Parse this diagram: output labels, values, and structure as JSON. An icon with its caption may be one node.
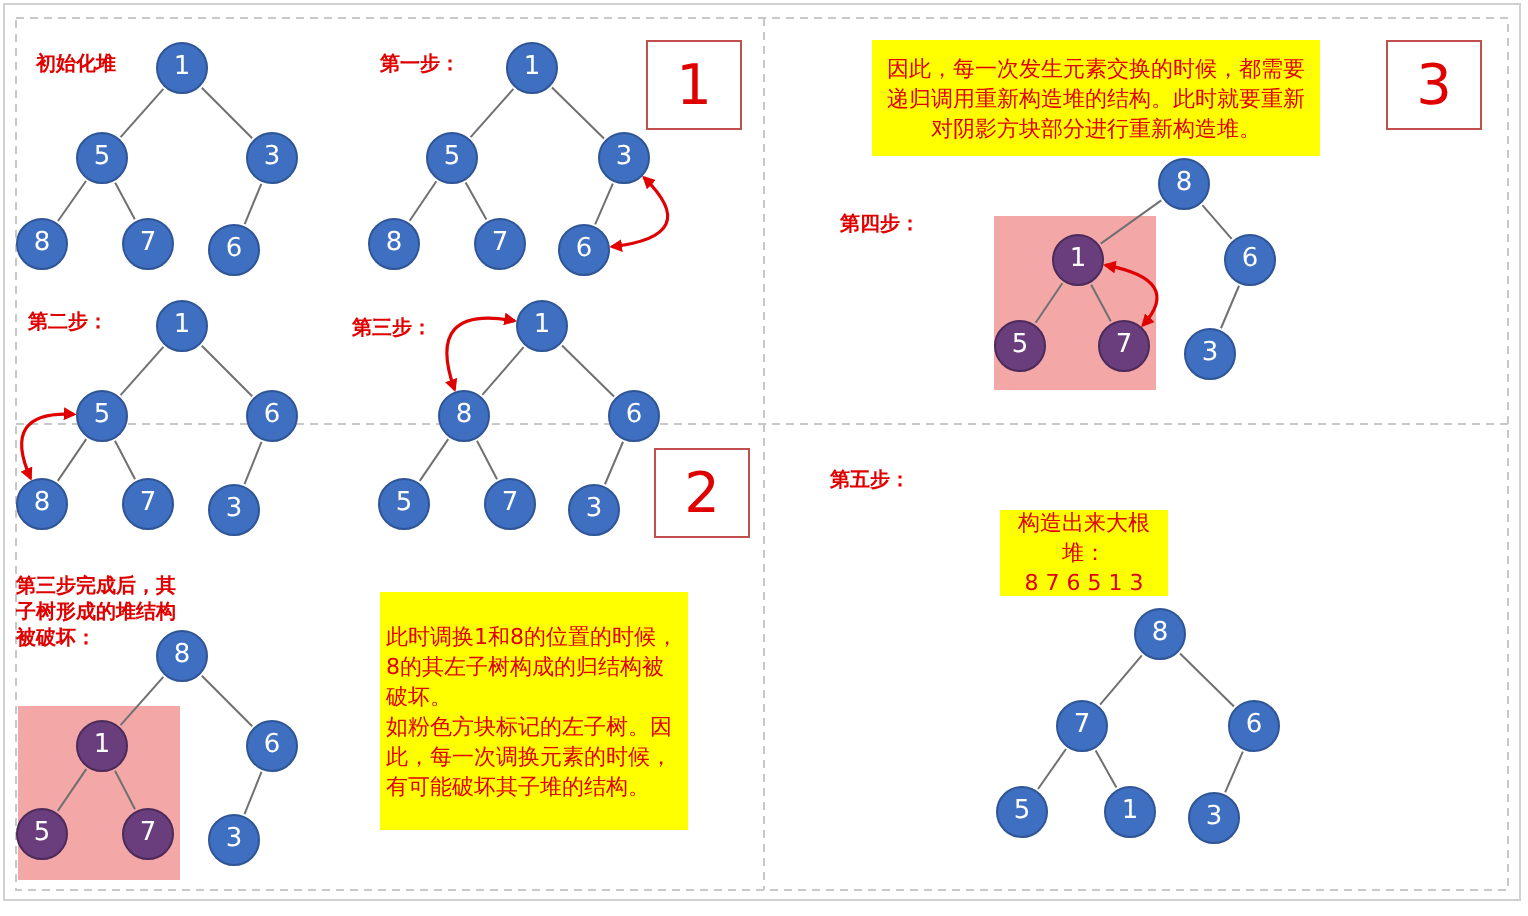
{
  "diagram": {
    "nodes": [
      {
        "text": [
          "1"
        ]
      },
      {
        "text": [
          "5"
        ]
      },
      {
        "text": [
          "3"
        ]
      },
      {
        "text": [
          "8"
        ]
      },
      {
        "text": [
          "7"
        ]
      },
      {
        "text": [
          "6"
        ]
      },
      {
        "text": [
          "1"
        ]
      },
      {
        "text": [
          "5"
        ]
      },
      {
        "text": [
          "3"
        ]
      },
      {
        "text": [
          "8"
        ]
      },
      {
        "text": [
          "7"
        ]
      },
      {
        "text": [
          "6"
        ]
      },
      {
        "text": [
          "1"
        ]
      },
      {
        "text": [
          "1"
        ]
      },
      {
        "text": [
          "5"
        ]
      },
      {
        "text": [
          "6"
        ]
      },
      {
        "text": [
          "8"
        ]
      },
      {
        "text": [
          "7"
        ]
      },
      {
        "text": [
          "3"
        ]
      },
      {
        "text": [
          "1"
        ]
      },
      {
        "text": [
          "8"
        ]
      },
      {
        "text": [
          "6"
        ]
      },
      {
        "text": [
          "5"
        ]
      },
      {
        "text": [
          "7"
        ]
      },
      {
        "text": [
          "3"
        ]
      },
      {
        "text": [
          "2"
        ]
      },
      {
        "text": [
          "8"
        ]
      },
      {
        "text": [],
        "shape": "box"
      },
      {
        "text": [
          "1"
        ],
        "in": 27
      },
      {
        "text": [
          "6"
        ]
      },
      {
        "text": [
          "5"
        ],
        "in": 27
      },
      {
        "text": [
          "7"
        ],
        "in": 27
      },
      {
        "text": [
          "3"
        ]
      },
      {
        "text": [
          "此时调换1和8的位置的时候，8的其左子树构成的归结构被破坏。",
          "如粉色方块标记的左子树。因此，每一次调换元素的时候，有可能破坏其子堆的结构。"
        ]
      },
      {
        "text": [
          "因此，每一次发生元素交换的时候，都需要递归调用重新构造堆的结构。此时就要重新对阴影方块部分进行重新构造堆。"
        ]
      },
      {
        "text": [
          "3"
        ]
      },
      {
        "text": [
          "8"
        ]
      },
      {
        "text": [],
        "shape": "box"
      },
      {
        "text": [
          "1"
        ],
        "in": 37
      },
      {
        "text": [
          "6"
        ]
      },
      {
        "text": [
          "5"
        ],
        "in": 37
      },
      {
        "text": [
          "7"
        ],
        "in": 37
      },
      {
        "text": [
          "3"
        ]
      },
      {
        "text": [
          "构造出来大根堆：",
          "8 7 6 5 1 3"
        ]
      },
      {
        "text": [
          "8"
        ]
      },
      {
        "text": [
          "7"
        ]
      },
      {
        "text": [
          "6"
        ]
      },
      {
        "text": [
          "5"
        ]
      },
      {
        "text": [
          "1"
        ]
      },
      {
        "text": [
          "3"
        ]
      }
    ],
    "edges": [
      {
        "from": 0,
        "to": 1,
        "arrow": "none"
      },
      {
        "from": 0,
        "to": 2,
        "arrow": "none"
      },
      {
        "from": 1,
        "to": 3,
        "arrow": "none"
      },
      {
        "from": 1,
        "to": 4,
        "arrow": "none"
      },
      {
        "from": 2,
        "to": 5,
        "arrow": "none"
      },
      {
        "from": 6,
        "to": 7,
        "arrow": "none"
      },
      {
        "from": 6,
        "to": 8,
        "arrow": "none"
      },
      {
        "from": 7,
        "to": 9,
        "arrow": "none"
      },
      {
        "from": 7,
        "to": 10,
        "arrow": "none"
      },
      {
        "from": 8,
        "to": 11,
        "arrow": "none"
      },
      {
        "from": 8,
        "to": 11,
        "arrow": "both",
        "color": "#e00000"
      },
      {
        "from": 13,
        "to": 14,
        "arrow": "none"
      },
      {
        "from": 13,
        "to": 15,
        "arrow": "none"
      },
      {
        "from": 14,
        "to": 16,
        "arrow": "none"
      },
      {
        "from": 14,
        "to": 17,
        "arrow": "none"
      },
      {
        "from": 15,
        "to": 18,
        "arrow": "none"
      },
      {
        "from": 14,
        "to": 16,
        "arrow": "both",
        "color": "#e00000"
      },
      {
        "from": 19,
        "to": 20,
        "arrow": "none"
      },
      {
        "from": 19,
        "to": 21,
        "arrow": "none"
      },
      {
        "from": 20,
        "to": 22,
        "arrow": "none"
      },
      {
        "from": 20,
        "to": 23,
        "arrow": "none"
      },
      {
        "from": 21,
        "to": 24,
        "arrow": "none"
      },
      {
        "from": 20,
        "to": 19,
        "arrow": "both",
        "color": "#e00000"
      },
      {
        "from": 26,
        "to": 28,
        "arrow": "none"
      },
      {
        "from": 26,
        "to": 29,
        "arrow": "none"
      },
      {
        "from": 28,
        "to": 30,
        "arrow": "none"
      },
      {
        "from": 28,
        "to": 31,
        "arrow": "none"
      },
      {
        "from": 29,
        "to": 32,
        "arrow": "none"
      },
      {
        "from": 36,
        "to": 38,
        "arrow": "none"
      },
      {
        "from": 36,
        "to": 39,
        "arrow": "none"
      },
      {
        "from": 38,
        "to": 40,
        "arrow": "none"
      },
      {
        "from": 38,
        "to": 41,
        "arrow": "none"
      },
      {
        "from": 39,
        "to": 42,
        "arrow": "none"
      },
      {
        "from": 38,
        "to": 41,
        "arrow": "both",
        "color": "#e00000"
      },
      {
        "from": 44,
        "to": 45,
        "arrow": "none"
      },
      {
        "from": 44,
        "to": 46,
        "arrow": "none"
      },
      {
        "from": 45,
        "to": 47,
        "arrow": "none"
      },
      {
        "from": 45,
        "to": 48,
        "arrow": "none"
      },
      {
        "from": 46,
        "to": 49,
        "arrow": "none"
      }
    ],
    "labels": [
      "初始化堆",
      "第一步：",
      "第二步：",
      "第三步：",
      "第三步完成后，其子树形成的堆结构被破坏：",
      "第四步：",
      "第五步："
    ]
  }
}
